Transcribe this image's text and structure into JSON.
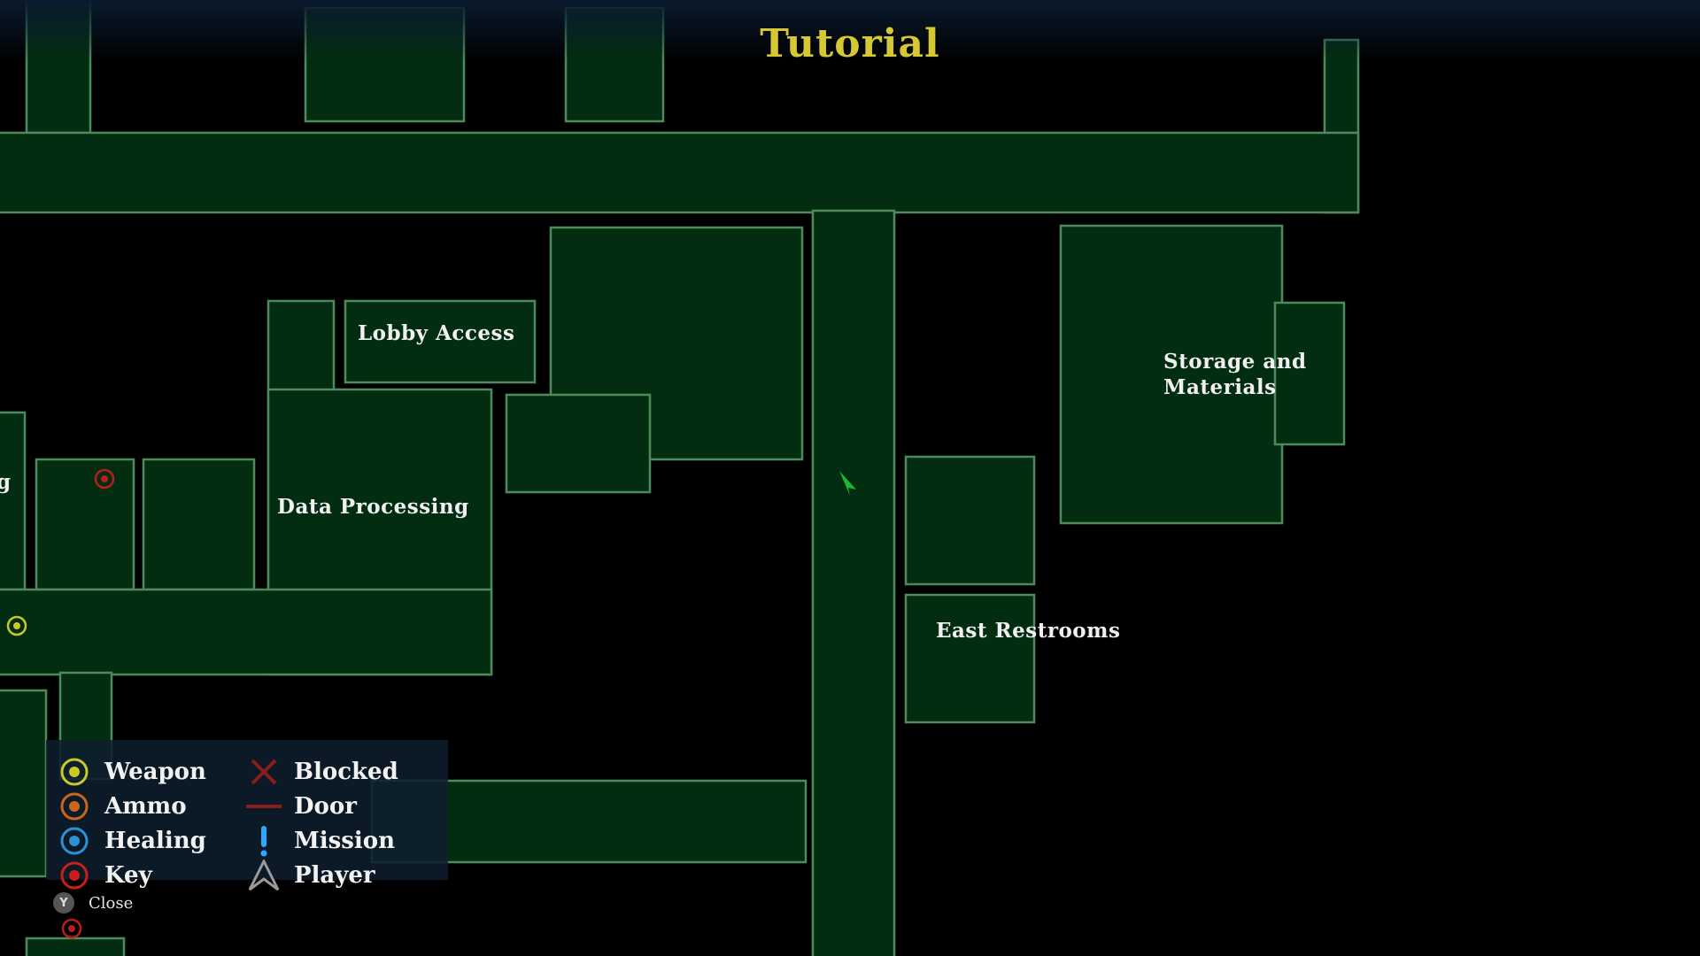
{
  "map": {
    "title": "Tutorial",
    "rooms": [
      {
        "id": "lobby-access",
        "label": "Lobby Access"
      },
      {
        "id": "data-processing",
        "label": "Data Processing"
      },
      {
        "id": "storage-and-materials",
        "label": "Storage and\nMaterials"
      },
      {
        "id": "east-restrooms",
        "label": "East Restrooms"
      },
      {
        "id": "partial-left-room",
        "label": "g"
      }
    ],
    "colors": {
      "floor": "#032d10",
      "wall": "#4f8a5d",
      "title": "#d6c832"
    }
  },
  "legend": {
    "items": [
      {
        "id": "weapon",
        "label": "Weapon",
        "icon": "weapon-ring-icon",
        "color": "#c8c82a"
      },
      {
        "id": "ammo",
        "label": "Ammo",
        "icon": "ammo-ring-icon",
        "color": "#c8651e"
      },
      {
        "id": "healing",
        "label": "Healing",
        "icon": "healing-ring-icon",
        "color": "#2d8fd6"
      },
      {
        "id": "key",
        "label": "Key",
        "icon": "key-ring-icon",
        "color": "#c81e1e"
      },
      {
        "id": "blocked",
        "label": "Blocked",
        "icon": "blocked-x-icon",
        "color": "#8a1c1c"
      },
      {
        "id": "door",
        "label": "Door",
        "icon": "door-line-icon",
        "color": "#8a1c1c"
      },
      {
        "id": "mission",
        "label": "Mission",
        "icon": "mission-exclamation-icon",
        "color": "#2da8ff"
      },
      {
        "id": "player",
        "label": "Player",
        "icon": "player-arrow-icon",
        "color": "#9a9a9a"
      }
    ]
  },
  "controls": {
    "close_button": "Y",
    "close_label": "Close"
  }
}
